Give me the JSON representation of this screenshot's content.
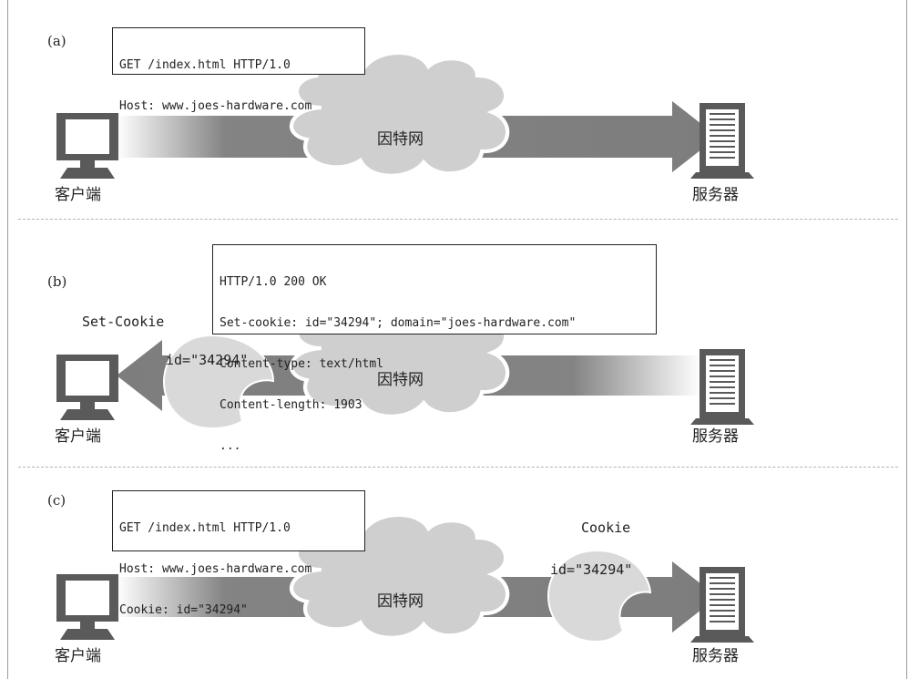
{
  "panels": [
    {
      "label": "(a)",
      "message": [
        "GET /index.html HTTP/1.0",
        "Host: www.joes-hardware.com"
      ],
      "client_label": "客户端",
      "server_label": "服务器",
      "network_label": "因特网"
    },
    {
      "label": "(b)",
      "message": [
        "HTTP/1.0 200 OK",
        "Set-cookie: id=\"34294\"; domain=\"joes-hardware.com\"",
        "Content-type: text/html",
        "Content-length: 1903",
        "..."
      ],
      "cookie_title": "Set-Cookie",
      "cookie_value": "id=\"34294\"",
      "client_label": "客户端",
      "server_label": "服务器",
      "network_label": "因特网"
    },
    {
      "label": "(c)",
      "message": [
        "GET /index.html HTTP/1.0",
        "Host: www.joes-hardware.com",
        "Cookie: id=\"34294\""
      ],
      "cookie_title": "Cookie",
      "cookie_value": "id=\"34294\"",
      "client_label": "客户端",
      "server_label": "服务器",
      "network_label": "因特网"
    }
  ],
  "colors": {
    "device": "#5a5a5a",
    "arrow": "#7d7d7d",
    "cloud_fill": "#cfcfcf",
    "cloud_stroke": "#ffffff",
    "cookie_fill": "#d9d9d9"
  }
}
